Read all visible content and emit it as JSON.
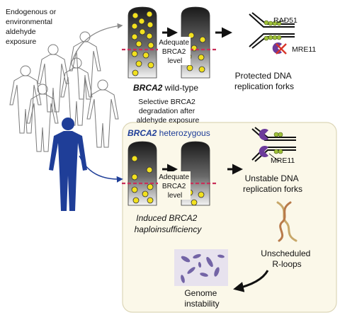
{
  "exposure": [
    "Endogenous or",
    "environmental",
    "aldehyde",
    "exposure"
  ],
  "top": {
    "level": [
      "Adequate",
      "BRCA2",
      "level"
    ],
    "genotype_gene": "BRCA2",
    "genotype_rest": " wild-type",
    "rad51": "RAD51",
    "mre11": "MRE11",
    "outcome": [
      "Protected DNA",
      "replication forks"
    ]
  },
  "middle_note": [
    "Selective BRCA2",
    "degradation after",
    "aldehyde exposure"
  ],
  "bottom": {
    "title_gene": "BRCA2",
    "title_rest": " heterozygous",
    "level": [
      "Adequate",
      "BRCA2",
      "level"
    ],
    "mre11": "MRE11",
    "outcome": [
      "Unstable DNA",
      "replication forks"
    ],
    "induced": [
      "Induced BRCA2",
      "haploinsufficiency"
    ],
    "rloops": [
      "Unscheduled",
      "R-loops"
    ],
    "genome": [
      "Genome",
      "instability"
    ]
  },
  "colors": {
    "panel_bg": "#fbf8e9",
    "panel_border": "#dcd6b8",
    "dashed_line": "#c8305a",
    "yellow": "#f2e11e",
    "dark_blue": "#1f3e98",
    "rad51_green": "#9fc13a",
    "mre11_purple": "#6c3a9a",
    "cross_red": "#d8362b"
  }
}
